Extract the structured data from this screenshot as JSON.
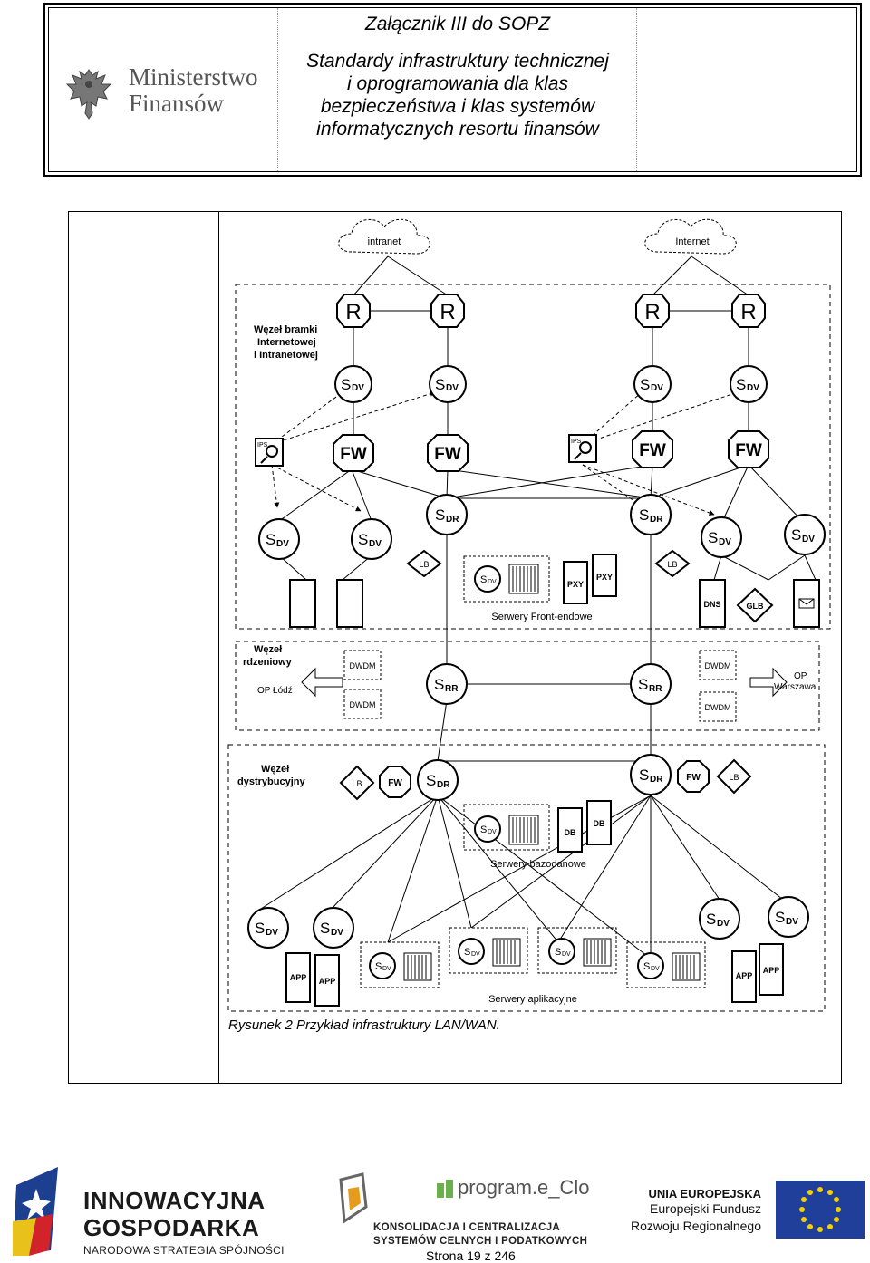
{
  "header": {
    "annex": "Załącznik III do SOPZ",
    "title_lines": [
      "Standardy infrastruktury technicznej",
      "i oprogramowania dla klas",
      "bezpieczeństwa i klas systemów",
      "informatycznych resortu finansów"
    ],
    "logo_lines": [
      "Ministerstwo",
      "Finansów"
    ]
  },
  "diagram": {
    "clouds": [
      "intranet",
      "Internet"
    ],
    "zone_gateway": [
      "Węzeł bramki",
      "Internetowej",
      "i Intranetowej"
    ],
    "zone_core": [
      "Węzeł",
      "rdzeniowy"
    ],
    "zone_dist": [
      "Węzeł",
      "dystrybucyjny"
    ],
    "router": "R",
    "fw": "FW",
    "s": "S",
    "dv": "DV",
    "dr": "DR",
    "rr": "RR",
    "ips": "IPS",
    "lb": "LB",
    "pxy": "PXY",
    "dns": "DNS",
    "glb": "GLB",
    "dwdm": "DWDM",
    "db": "DB",
    "app": "APP",
    "op_lodz": "OP Łódź",
    "op_warszawa": [
      "OP",
      "Warszawa"
    ],
    "front_label": "Serwery Front-endowe",
    "db_label": "Serwery bazodanowe",
    "app_label": "Serwery aplikacyjne"
  },
  "caption": "Rysunek 2 Przykład infrastruktury LAN/WAN.",
  "footer": {
    "ig1": "INNOWACYJNA",
    "ig2": "GOSPODARKA",
    "ig3": "NARODOWA STRATEGIA SPÓJNOŚCI",
    "program": "program.e_Clo",
    "k1": "KONSOLIDACJA I CENTRALIZACJA",
    "k2": "SYSTEMÓW CELNYCH I PODATKOWYCH",
    "ue1": "UNIA EUROPEJSKA",
    "ue2": "Europejski Fundusz",
    "ue3": "Rozwoju Regionalnego",
    "page": "Strona 19 z 246"
  }
}
